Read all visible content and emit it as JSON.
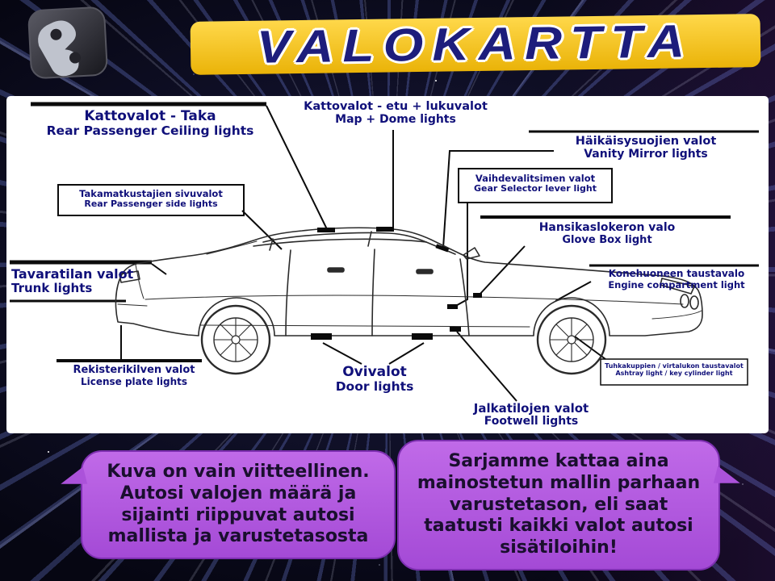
{
  "banner": {
    "title": "VALOKARTTA"
  },
  "labels": {
    "ceiling_rear": {
      "fi": "Kattovalot - Taka",
      "en": "Rear Passenger Ceiling lights"
    },
    "map_dome": {
      "fi": "Kattovalot - etu + lukuvalot",
      "en": "Map + Dome lights"
    },
    "vanity": {
      "fi": "Häikäisysuojien valot",
      "en": "Vanity Mirror lights"
    },
    "gear": {
      "fi": "Vaihdevalitsimen valot",
      "en": "Gear Selector lever light"
    },
    "glovebox": {
      "fi": "Hansikaslokeron valo",
      "en": "Glove Box light"
    },
    "engine": {
      "fi": "Konehuoneen taustavalo",
      "en": "Engine compartment light"
    },
    "rear_side": {
      "fi": "Takamatkustajien sivuvalot",
      "en": "Rear Passenger side lights"
    },
    "trunk": {
      "fi": "Tavaratilan valot",
      "en": "Trunk lights"
    },
    "license": {
      "fi": "Rekisterikilven valot",
      "en": "License plate lights"
    },
    "door": {
      "fi": "Ovivalot",
      "en": "Door lights"
    },
    "footwell": {
      "fi": "Jalkatilojen valot",
      "en": "Footwell lights"
    },
    "ashtray": {
      "fi": "Tuhkakuppien / virtalukon taustavalot",
      "en": "Ashtray light / key cylinder light"
    }
  },
  "speech_bubbles": {
    "left": "Kuva on vain viitteellinen. Autosi valojen määrä ja sijainti riippuvat autosi mallista ja varustetasosta",
    "right": "Sarjamme kattaa aina mainostetun mallin parhaan varustetason, eli saat taatusti kaikki valot autosi sisätiloihin!"
  },
  "colors": {
    "banner_yellow": "#f2c11a",
    "banner_text_navy": "#1d1d7c",
    "label_navy": "#10107a",
    "bubble_purple": "#b35ce0",
    "background_dark": "#0a0a1e",
    "panel_white": "#ffffff"
  },
  "icons": {
    "logo": "brand-logo"
  }
}
